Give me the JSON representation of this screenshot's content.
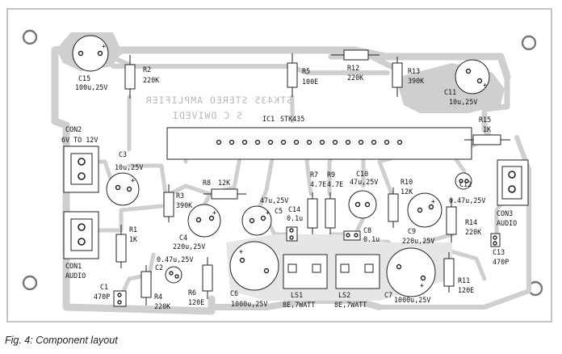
{
  "figure": {
    "caption": "Fig. 4: Component layout",
    "mirrored_title": "STK435 STEREO AMPLIFIER",
    "mirrored_author": "S C DWIVEDI"
  },
  "components": {
    "c15": {
      "ref": "C15",
      "value": "100u,25V"
    },
    "r2": {
      "ref": "R2",
      "value": "220K"
    },
    "r5": {
      "ref": "R5",
      "value": "100E"
    },
    "r12": {
      "ref": "R12",
      "value": "220K"
    },
    "r13": {
      "ref": "R13",
      "value": "390K"
    },
    "c11": {
      "ref": "C11",
      "value": "10u,25V"
    },
    "con2": {
      "ref": "CON2",
      "value": "6V TO 12V"
    },
    "ic1": {
      "ref": "IC1",
      "value": "STK435"
    },
    "r15": {
      "ref": "R15",
      "value": "1K"
    },
    "c3": {
      "ref": "C3",
      "value": "10u,25V"
    },
    "r8": {
      "ref": "R8",
      "value": "12K"
    },
    "r7": {
      "ref": "R7",
      "value": "4.7E"
    },
    "r9": {
      "ref": "R9",
      "value": "4.7E"
    },
    "c10": {
      "ref": "C10",
      "value": "47u,25V"
    },
    "r10": {
      "ref": "R10",
      "value": "12K"
    },
    "c12": {
      "ref": "C12",
      "value": "0.47u,25V"
    },
    "con3": {
      "ref": "CON3",
      "value": "AUDIO"
    },
    "r3": {
      "ref": "R3",
      "value": "390K"
    },
    "c5": {
      "ref": "C5",
      "value": "47u,25V"
    },
    "c14": {
      "ref": "C14",
      "value": "0.1u"
    },
    "c8": {
      "ref": "C8",
      "value": "0.1u"
    },
    "c9": {
      "ref": "C9",
      "value": "220u,25V"
    },
    "r14": {
      "ref": "R14",
      "value": "220K"
    },
    "r1": {
      "ref": "R1",
      "value": "1K"
    },
    "c4": {
      "ref": "C4",
      "value": "220u,25V"
    },
    "c13": {
      "ref": "C13",
      "value": "470P"
    },
    "con1": {
      "ref": "CON1",
      "value": "AUDIO"
    },
    "c2": {
      "ref": "C2",
      "value": "0.47u,25V"
    },
    "c1": {
      "ref": "C1",
      "value": "470P"
    },
    "r4": {
      "ref": "R4",
      "value": "220K"
    },
    "r6": {
      "ref": "R6",
      "value": "120E"
    },
    "c6": {
      "ref": "C6",
      "value": "1000u,25V"
    },
    "ls1": {
      "ref": "LS1",
      "value": "8E,7WATT"
    },
    "ls2": {
      "ref": "LS2",
      "value": "8E,7WATT"
    },
    "c7": {
      "ref": "C7",
      "value": "1000u,25V"
    },
    "r11": {
      "ref": "R11",
      "value": "120E"
    }
  },
  "colors": {
    "copper": "#cfcfcf",
    "board": "#ffffff",
    "ink": "#111111",
    "outline": "#8a8a8a"
  }
}
